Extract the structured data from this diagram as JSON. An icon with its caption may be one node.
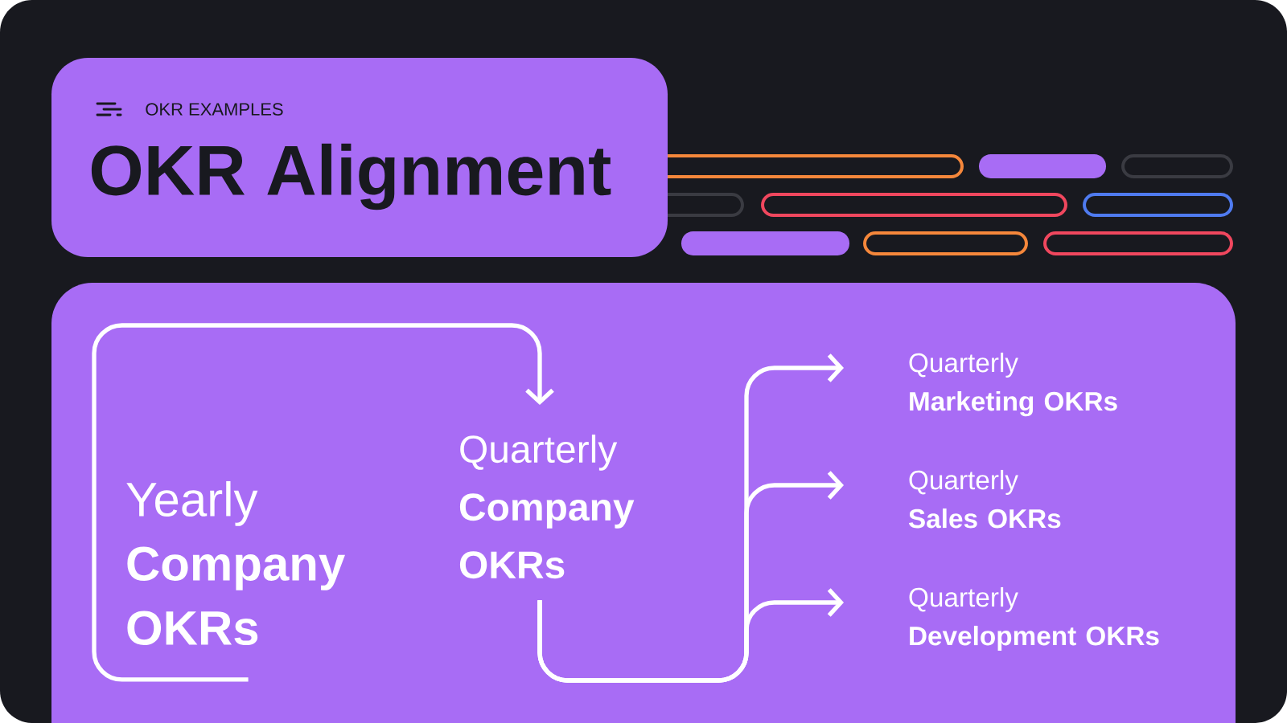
{
  "diagram": {
    "title": "OKR Alignment",
    "nodes": [
      {
        "text": [
          "Yearly",
          "Company OKRs"
        ]
      },
      {
        "text": [
          "Quarterly",
          "Company OKRs"
        ]
      },
      {
        "text": [
          "Quarterly",
          "Marketing OKRs"
        ]
      },
      {
        "text": [
          "Quarterly",
          "Sales OKRs"
        ]
      },
      {
        "text": [
          "Quarterly",
          "Development OKRs"
        ]
      }
    ],
    "edges": [
      {
        "from": 0,
        "to": 1,
        "arrow": "to"
      },
      {
        "from": 1,
        "to": 2,
        "arrow": "to"
      },
      {
        "from": 1,
        "to": 3,
        "arrow": "to"
      },
      {
        "from": 1,
        "to": 4,
        "arrow": "to"
      }
    ],
    "labels": [
      "OKR EXAMPLES"
    ]
  }
}
